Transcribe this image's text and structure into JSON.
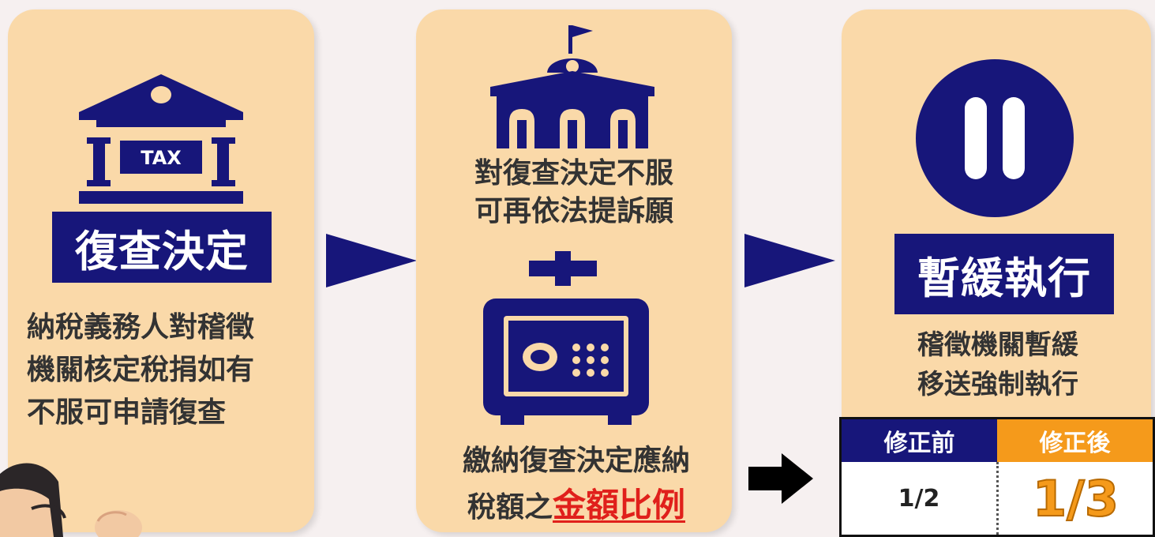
{
  "step1": {
    "icon_text": "TAX",
    "title": "復查決定",
    "desc_lines": [
      "納稅義務人對稽徵",
      "機關核定稅捐如有",
      "不服可申請復查"
    ]
  },
  "step2": {
    "top_lines": [
      "對復查決定不服",
      "可再依法提訴願"
    ],
    "bottom_line1": "繳納復查決定應納",
    "bottom_line2_prefix": "稅額之",
    "bottom_highlight": "金額比例"
  },
  "step3": {
    "title": "暫緩執行",
    "desc_lines": [
      "稽徵機關暫緩",
      "移送強制執行"
    ]
  },
  "comparison": {
    "before_label": "修正前",
    "after_label": "修正後",
    "before_value": "1/2",
    "after_value": "1/3"
  },
  "colors": {
    "card": "#fad9a9",
    "navy": "#17167a",
    "orange": "#f59a1b",
    "red_highlight": "#e0201b",
    "background": "#f6f0f0"
  }
}
